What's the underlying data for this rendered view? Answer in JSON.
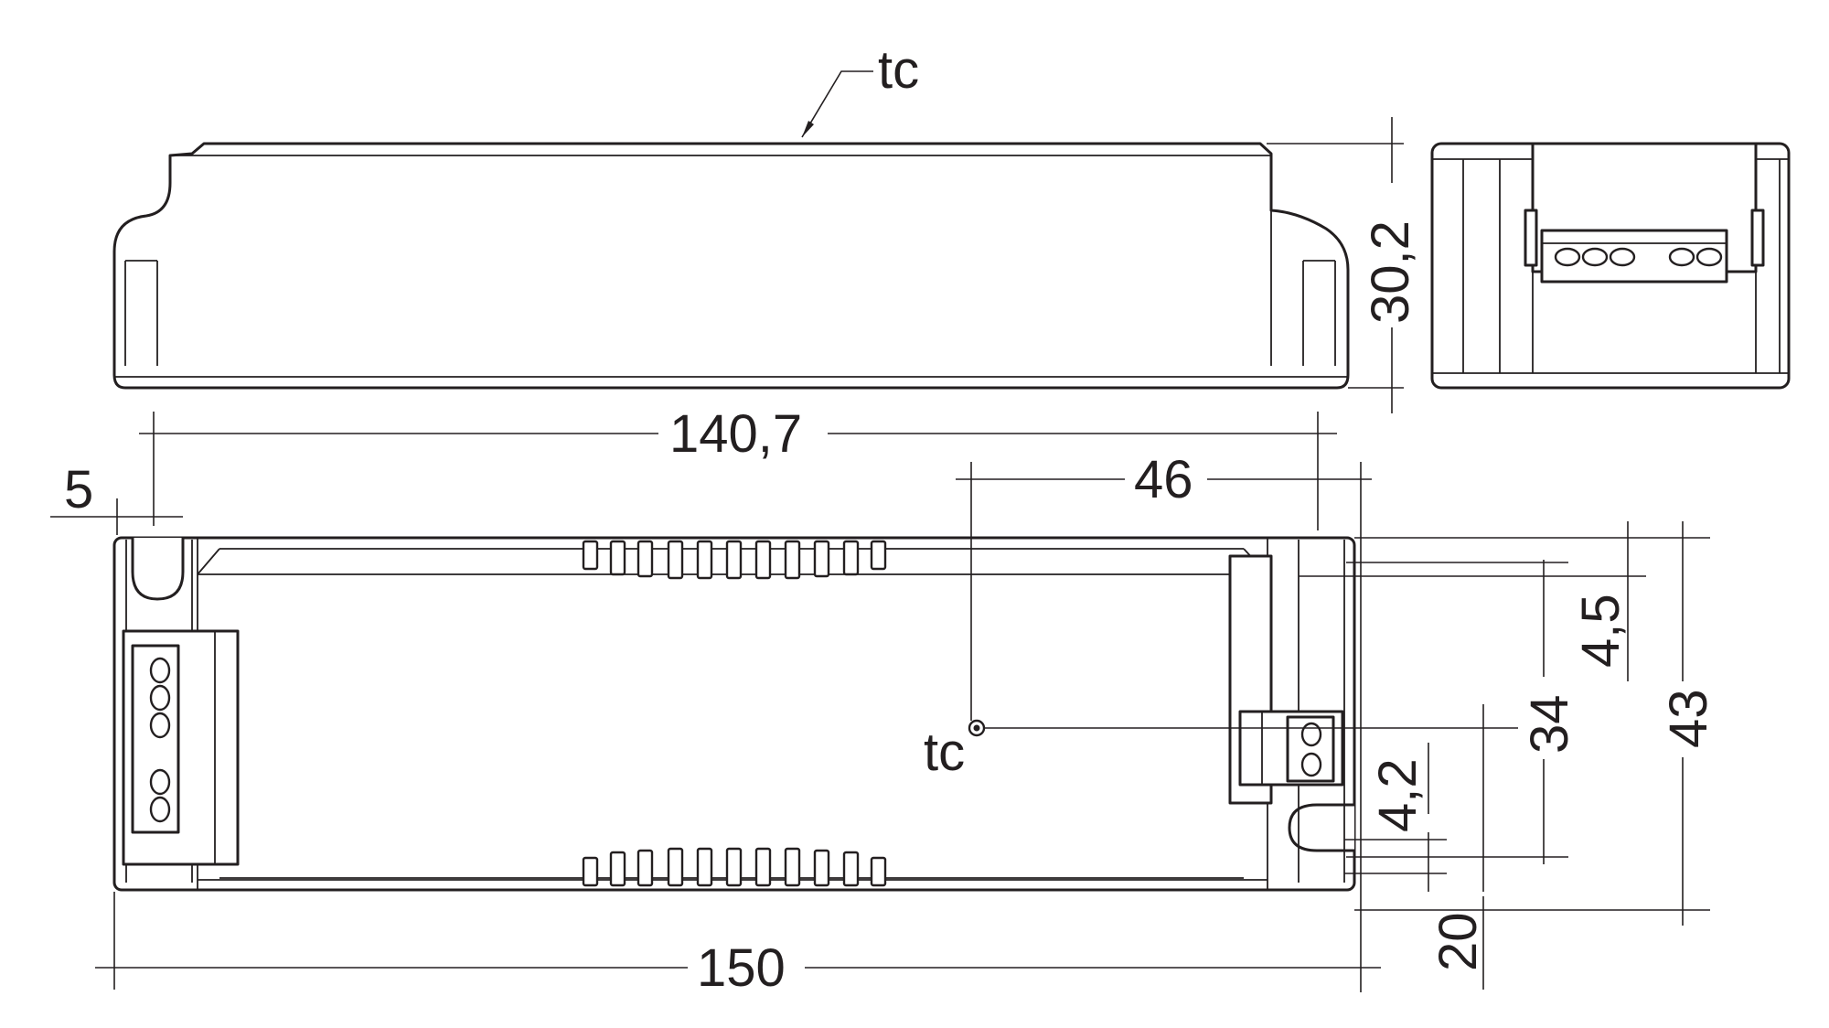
{
  "labels": {
    "tc_top": "tc",
    "tc_point": "tc"
  },
  "dimensions": {
    "height_side": "30,2",
    "mount_spacing": "140,7",
    "slot_offset": "5",
    "tc_offset_x": "46",
    "width_43": "43",
    "width_34": "34",
    "gap_4_5": "4,5",
    "gap_4_2": "4,2",
    "offset_20": "20",
    "length_150": "150"
  },
  "colors": {
    "line": "#231f20",
    "background": "#ffffff"
  }
}
